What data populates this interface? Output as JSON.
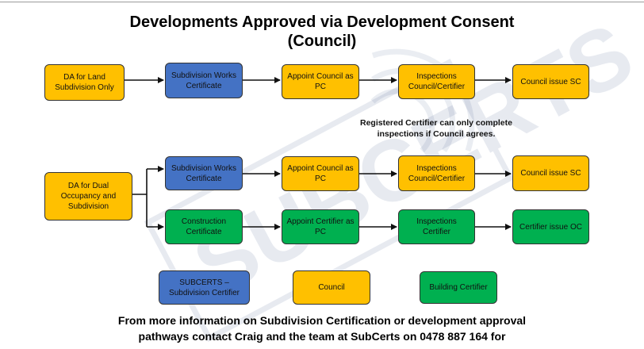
{
  "title_line1": "Developments Approved via Development Consent",
  "title_line2": "(Council)",
  "watermark_text": "SUBCERTS",
  "colors": {
    "council": "#FFC000",
    "subcerts": "#4472C4",
    "certifier": "#00B050"
  },
  "flow1": {
    "start": "DA for Land Subdivision Only",
    "step1": "Subdivision Works Certificate",
    "step2": "Appoint Council as PC",
    "step3": "Inspections Council/Certifier",
    "step4": "Council issue SC"
  },
  "note": "Registered Certifier can only complete inspections if Council agrees.",
  "flow2": {
    "start": "DA for Dual Occupancy and Subdivision",
    "upper": {
      "step1": "Subdivision Works Certificate",
      "step2": "Appoint Council as PC",
      "step3": "Inspections Council/Certifier",
      "step4": "Council issue SC"
    },
    "lower": {
      "step1": "Construction Certificate",
      "step2": "Appoint Certifier as PC",
      "step3": "Inspections Certifier",
      "step4": "Certifier issue OC"
    }
  },
  "legend": {
    "subcerts": "SUBCERTS – Subdivision Certifier",
    "council": "Council",
    "certifier": "Building Certifier"
  },
  "footer_line1": "From more information on Subdivision Certification or development approval",
  "footer_line2": "pathways contact Craig and the team at SubCerts on 0478 887 164 for"
}
